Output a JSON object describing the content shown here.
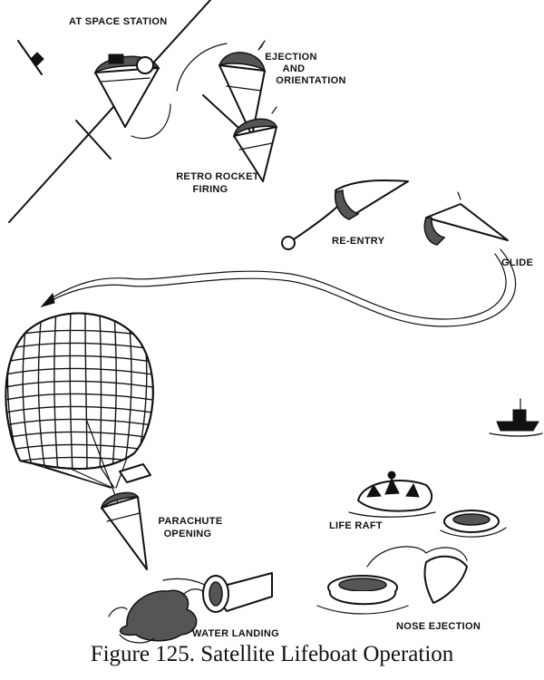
{
  "figure": {
    "caption": "Figure 125.  Satellite Lifeboat Operation",
    "labels": {
      "space_station": "AT SPACE STATION",
      "ejection_1": "EJECTION",
      "ejection_2": "AND",
      "ejection_3": "ORIENTATION",
      "retro_1": "RETRO ROCKET",
      "retro_2": "FIRING",
      "reentry": "RE-ENTRY",
      "glide": "GLIDE",
      "parachute_1": "PARACHUTE",
      "parachute_2": "OPENING",
      "life_raft": "LIFE RAFT",
      "water_landing": "WATER LANDING",
      "nose_ejection": "NOSE EJECTION"
    }
  }
}
